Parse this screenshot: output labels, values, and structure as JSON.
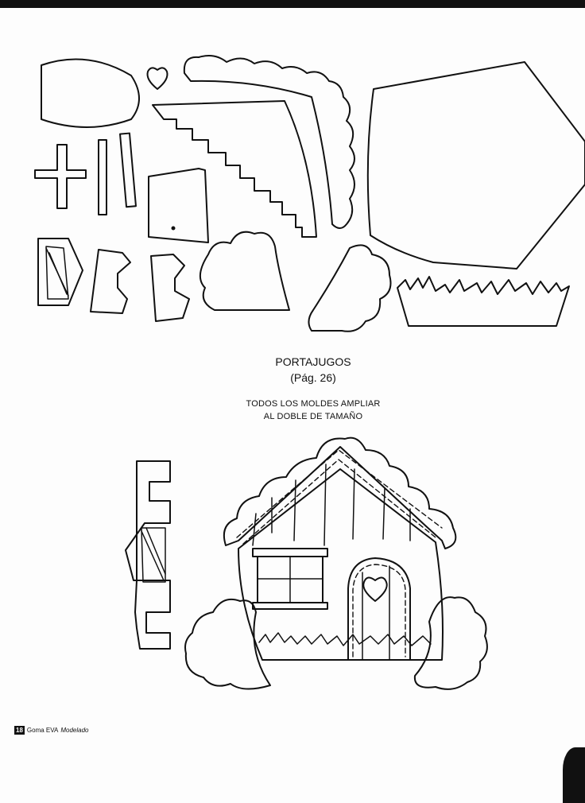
{
  "heading": {
    "title": "PORTAJUGOS",
    "page_ref": "(Pág. 26)"
  },
  "instructions": {
    "line1": "TODOS LOS MOLDES AMPLIAR",
    "line2": "AL DOBLE DE TAMAÑO"
  },
  "footer": {
    "page_number": "18",
    "magazine": "Goma EVA",
    "section": "Modelado"
  }
}
